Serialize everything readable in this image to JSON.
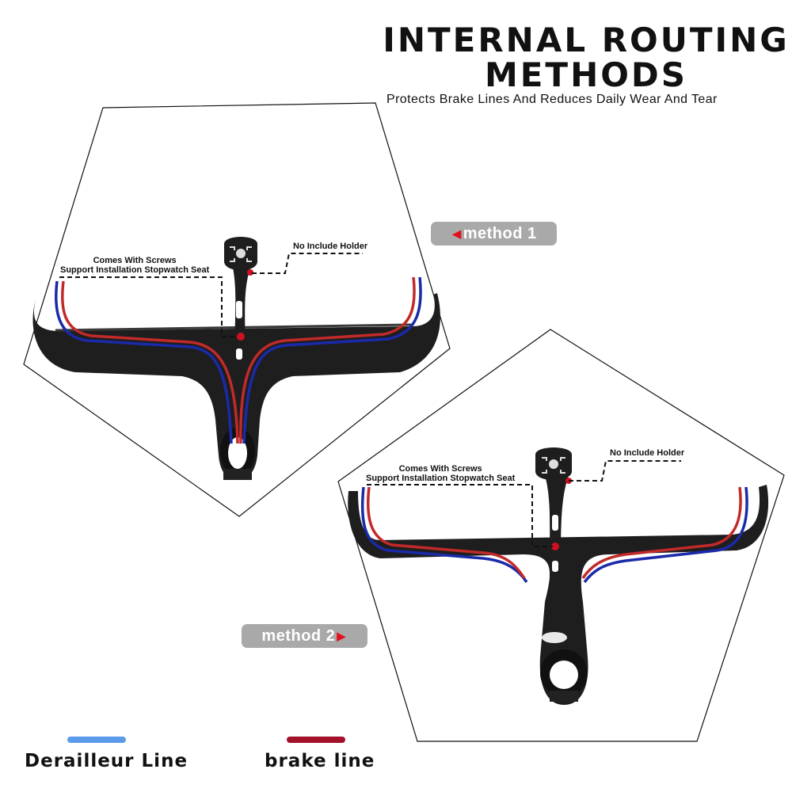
{
  "header": {
    "title_line1": "INTERNAL ROUTING",
    "title_line2": "METHODS",
    "subtitle": "Protects Brake Lines And Reduces Daily Wear And Tear"
  },
  "method1": {
    "label": "method 1",
    "pointer_icon": "left-triangle-icon",
    "screws_note_line1": "Comes With Screws",
    "screws_note_line2": "Support Installation Stopwatch Seat",
    "holder_note": "No Include Holder"
  },
  "method2": {
    "label": "method 2",
    "pointer_icon": "right-triangle-icon",
    "screws_note_line1": "Comes With Screws",
    "screws_note_line2": "Support Installation Stopwatch Seat",
    "holder_note": "No Include Holder"
  },
  "legend": {
    "derailleur": {
      "label": "Derailleur Line",
      "color": "#5b9bea"
    },
    "brake": {
      "label": "brake line",
      "color": "#a3122a"
    }
  },
  "colors": {
    "pill_bg": "#a9a9a9",
    "pointer": "#e01020",
    "bar_body": "#1e1e1e",
    "routing_blue": "#1a2aa8",
    "routing_red": "#c22a2a"
  }
}
